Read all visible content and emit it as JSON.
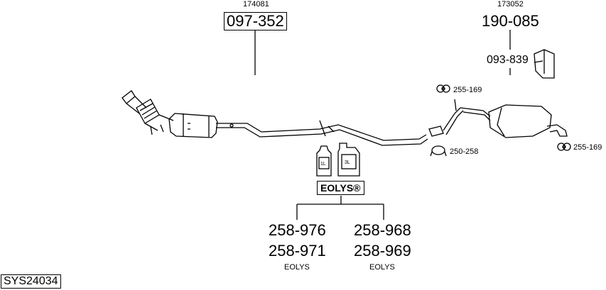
{
  "system_code": "SYS24034",
  "front_section": {
    "ref_small": "174081",
    "part_number": "097-352"
  },
  "rear_section": {
    "ref_small": "173052",
    "part_number": "190-085",
    "hanger_part": "093-839"
  },
  "clamps": {
    "upper_clamp": "255-169",
    "middle_clamp": "250-258",
    "right_clamp": "255-169"
  },
  "additive": {
    "brand": "EOLYS®",
    "bottle_small_label": "1L",
    "bottle_large_label": "3L",
    "left_parts": [
      "258-976",
      "258-971"
    ],
    "right_parts": [
      "258-968",
      "258-969"
    ],
    "left_caption": "EOLYS",
    "right_caption": "EOLYS"
  }
}
